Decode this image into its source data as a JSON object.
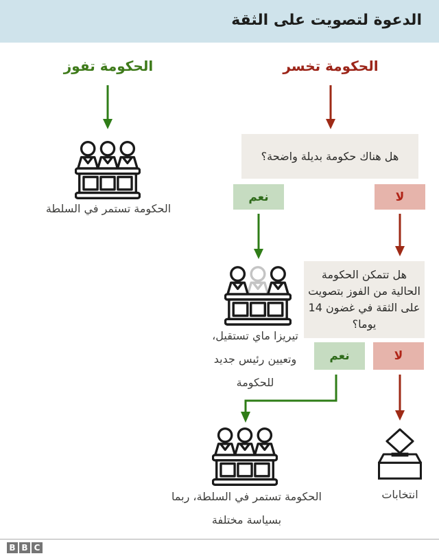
{
  "header": {
    "title": "الدعوة لتصويت على الثقة"
  },
  "columns": {
    "win": {
      "label": "الحكومة تفوز",
      "color": "#3e7a1a"
    },
    "lose": {
      "label": "الحكومة تخسر",
      "color": "#9c2519"
    }
  },
  "questions": {
    "q1": "هل هناك حكومة بديلة واضحة؟",
    "q2_lines": [
      "هل تتمكن الحكومة",
      "الحالية من الفوز بتصويت",
      "على الثقة في غضون 14",
      "يوما؟"
    ]
  },
  "answers": {
    "yes": "نعم",
    "no": "لا"
  },
  "outcomes": {
    "stay_in_power": "الحكومة تستمر في السلطة",
    "may_resigns_lines": [
      "تيريزا ماي تستقيل،",
      "وتعيين رئيس جديد",
      "للحكومة"
    ],
    "stay_new_policy_lines": [
      "الحكومة تستمر في السلطة، ربما",
      "بسياسة مختلفة"
    ],
    "elections": "انتخابات"
  },
  "icons": {
    "government": "parliament-bench-icon",
    "new_leader": "parliament-new-leader-icon",
    "ballot": "ballot-box-icon",
    "logo": "bbc-blocks-logo"
  },
  "footer": {
    "logo_letters": [
      "B",
      "B",
      "C"
    ]
  },
  "colors": {
    "header_bg": "#cfe3eb",
    "green": "#3e7a1a",
    "green_arrow": "#2f7d17",
    "red": "#9c2519",
    "red_arrow": "#9e2a16",
    "yes_bg": "#c6dcc1",
    "yes_text": "#2f6b1b",
    "no_bg": "#e6b4ab",
    "no_text": "#b02417",
    "question_box_bg": "#efece7",
    "bbc_gray": "#757575"
  }
}
